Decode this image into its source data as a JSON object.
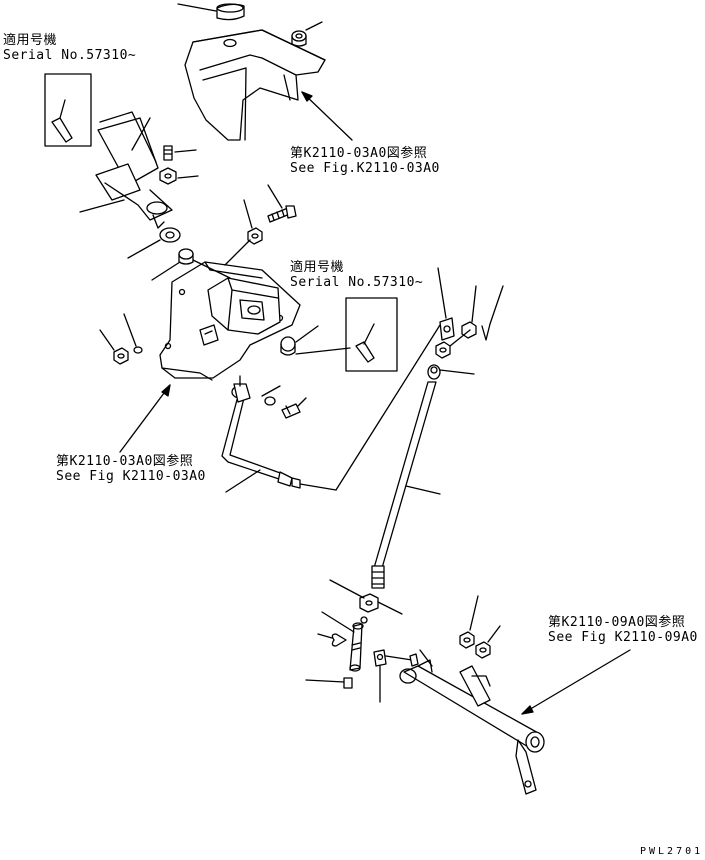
{
  "labels": {
    "serial_top": {
      "line1": "適用号機",
      "line2": "Serial No.57310~"
    },
    "serial_mid": {
      "line1": "適用号機",
      "line2": "Serial No.57310~"
    },
    "ref_top": {
      "line1": "第K2110-03A0図参照",
      "line2": "See Fig.K2110-03A0"
    },
    "ref_left": {
      "line1": "第K2110-03A0図参照",
      "line2": "See Fig K2110-03A0"
    },
    "ref_right": {
      "line1": "第K2110-09A0図参照",
      "line2": "See Fig K2110-09A0"
    }
  },
  "drawing_code": "PWL2701"
}
